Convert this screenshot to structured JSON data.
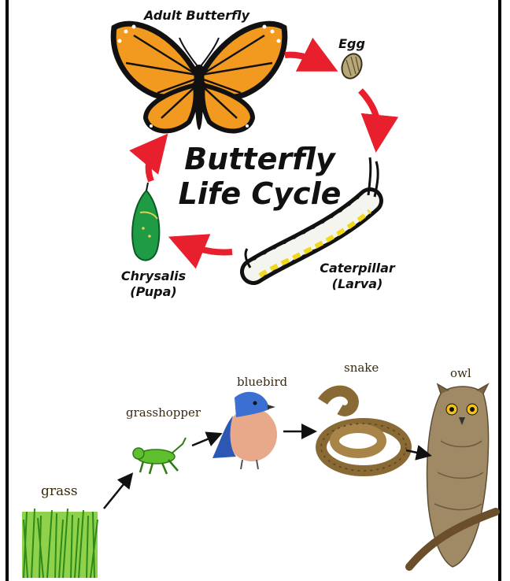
{
  "life_cycle": {
    "title_line1": "Butterfly",
    "title_line2": "Life Cycle",
    "adult_label": "Adult Butterfly",
    "egg_label": "Egg",
    "caterpillar_label_line1": "Caterpillar",
    "caterpillar_label_line2": "(Larva)",
    "chrysalis_label_line1": "Chrysalis",
    "chrysalis_label_line2": "(Pupa)",
    "arrow_color": "#e8202e"
  },
  "food_chain": {
    "grass_label": "grass",
    "grasshopper_label": "grasshopper",
    "bluebird_label": "bluebird",
    "snake_label": "snake",
    "owl_label": "owl"
  }
}
